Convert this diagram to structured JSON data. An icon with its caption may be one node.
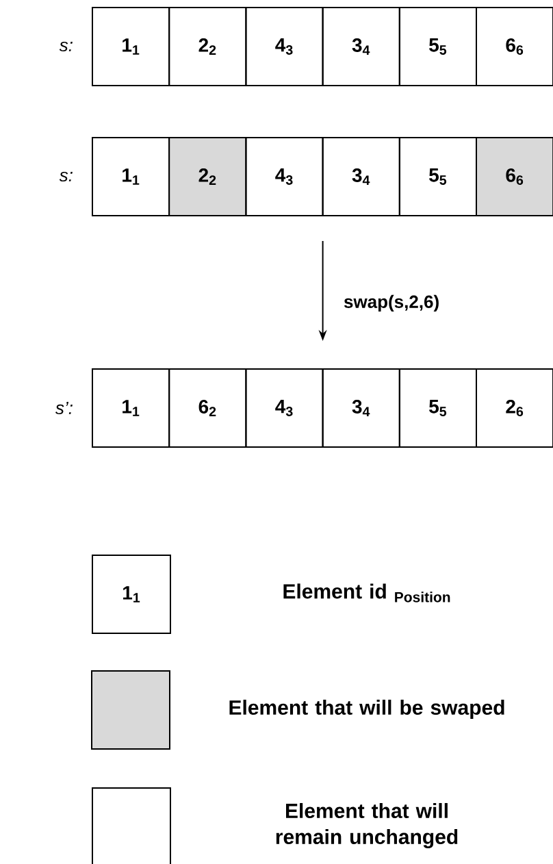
{
  "diagram": {
    "nodes": [
      {
        "text": [
          "s:"
        ]
      },
      {
        "text": [
          "1$_{1}$"
        ],
        "in": 0
      },
      {
        "text": [
          "2$_{2}$"
        ],
        "in": 0
      },
      {
        "text": [
          "4$_{3}$"
        ],
        "in": 0
      },
      {
        "text": [
          "3$_{4}$"
        ],
        "in": 0
      },
      {
        "text": [
          "5$_{5}$"
        ],
        "in": 0
      },
      {
        "text": [
          "6$_{6}$"
        ],
        "in": 0
      },
      {
        "text": [
          "s:"
        ]
      },
      {
        "text": [
          "1$_{1}$"
        ],
        "in": 7
      },
      {
        "text": [
          "2$_{2}$"
        ],
        "in": 7
      },
      {
        "text": [
          "4$_{3}$"
        ],
        "in": 7
      },
      {
        "text": [
          "3$_{4}$"
        ],
        "in": 7
      },
      {
        "text": [
          "5$_{5}$"
        ],
        "in": 7
      },
      {
        "text": [
          "6$_{6}$"
        ],
        "in": 7
      },
      {
        "text": [
          "s’:"
        ]
      },
      {
        "text": [
          "1$_{1}$"
        ],
        "in": 14
      },
      {
        "text": [
          "6$_{2}$"
        ],
        "in": 14
      },
      {
        "text": [
          "4$_{3}$"
        ],
        "in": 14
      },
      {
        "text": [
          "3$_{4}$"
        ],
        "in": 14
      },
      {
        "text": [
          "5$_{5}$"
        ],
        "in": 14
      },
      {
        "text": [
          "2$_{6}$"
        ],
        "in": 14
      }
    ],
    "edges": [
      {
        "from": 7,
        "to": 14,
        "arrow": "to",
        "label": "swap(s,2,6)"
      }
    ],
    "labels": [
      "1$_{1}$"
    ],
    "legend": [
      {
        "text": "Element id $_{Position}$"
      },
      {
        "text": "Element that will be swaped",
        "color": "#d9d9d9"
      },
      {
        "text": "Element that will remain unchanged"
      }
    ]
  }
}
